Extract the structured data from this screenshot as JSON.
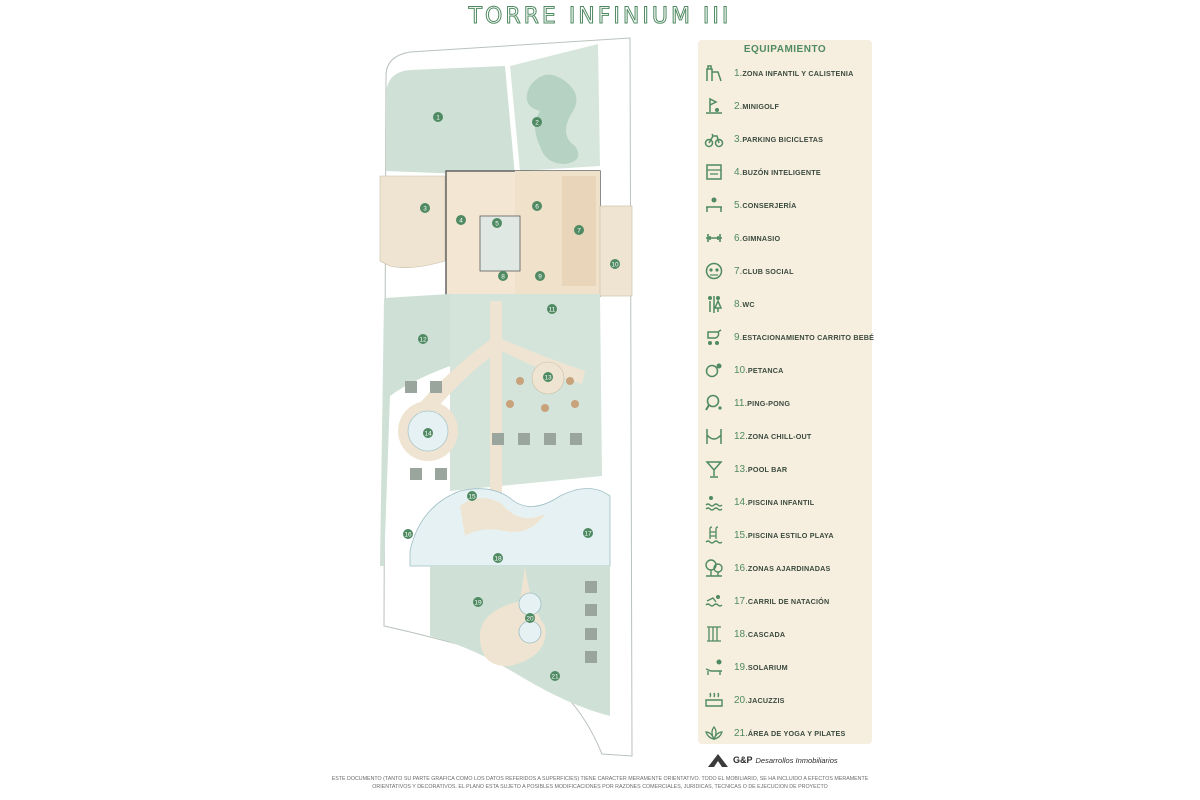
{
  "title": "TORRE INFINIUM III",
  "legend": {
    "heading": "EQUIPAMIENTO",
    "items": [
      {
        "num": "1.",
        "label": "ZONA INFANTIL Y CALISTENIA",
        "icon": "playground-icon"
      },
      {
        "num": "2.",
        "label": "MINIGOLF",
        "icon": "minigolf-icon"
      },
      {
        "num": "3.",
        "label": "PARKING BICICLETAS",
        "icon": "bicycle-icon"
      },
      {
        "num": "4.",
        "label": "BUZÓN INTELIGENTE",
        "icon": "mailbox-icon"
      },
      {
        "num": "5.",
        "label": "CONSERJERÍA",
        "icon": "concierge-icon"
      },
      {
        "num": "6.",
        "label": "GIMNASIO",
        "icon": "gym-icon"
      },
      {
        "num": "7.",
        "label": "CLUB SOCIAL",
        "icon": "social-club-icon"
      },
      {
        "num": "8.",
        "label": "WC",
        "icon": "wc-icon"
      },
      {
        "num": "9.",
        "label": "ESTACIONAMIENTO CARRITO BEBÉ",
        "icon": "stroller-icon"
      },
      {
        "num": "10.",
        "label": "PETANCA",
        "icon": "petanque-icon"
      },
      {
        "num": "11.",
        "label": "PING-PONG",
        "icon": "ping-pong-icon"
      },
      {
        "num": "12.",
        "label": "ZONA CHILL-OUT",
        "icon": "hammock-icon"
      },
      {
        "num": "13.",
        "label": "POOL BAR",
        "icon": "cocktail-icon"
      },
      {
        "num": "14.",
        "label": "PISCINA INFANTIL",
        "icon": "kids-pool-icon"
      },
      {
        "num": "15.",
        "label": "PISCINA ESTILO PLAYA",
        "icon": "pool-ladder-icon"
      },
      {
        "num": "16.",
        "label": "ZONAS AJARDINADAS",
        "icon": "trees-icon"
      },
      {
        "num": "17.",
        "label": "CARRIL DE NATACIÓN",
        "icon": "swimmer-icon"
      },
      {
        "num": "18.",
        "label": "CASCADA",
        "icon": "waterfall-icon"
      },
      {
        "num": "19.",
        "label": "SOLARIUM",
        "icon": "sunbed-icon"
      },
      {
        "num": "20.",
        "label": "JACUZZIS",
        "icon": "jacuzzi-icon"
      },
      {
        "num": "21.",
        "label": "ÁREA DE YOGA Y PILATES",
        "icon": "lotus-icon"
      }
    ]
  },
  "map_markers": [
    "1",
    "2",
    "3",
    "4",
    "5",
    "6",
    "7",
    "8",
    "9",
    "10",
    "11",
    "12",
    "13",
    "14",
    "15",
    "16",
    "17",
    "18",
    "19",
    "20",
    "21"
  ],
  "brand": {
    "name": "G&P",
    "subtitle": "Desarrollos Inmobiliarios"
  },
  "disclaimer": {
    "line1": "ESTE DOCUMENTO (TANTO SU PARTE GRAFICA COMO LOS DATOS REFERIDOS A SUPERFICIES) TIENE CARACTER MERAMENTE ORIENTATIVO. TODO EL MOBILIARIO, SE HA INCLUIDO A EFECTOS MERAMENTE",
    "line2": "ORIENTATIVOS Y DECORATIVOS. EL PLANO ESTA SUJETO A POSIBLES MODIFICACIONES POR RAZONES COMERCIALES, JURIDICAS, TECNICAS O DE EJECUCION DE PROYECTO"
  },
  "colors": {
    "accent_green": "#4f8a62",
    "garden_green": "#cfe0d6",
    "path_beige": "#efe4d1",
    "water_blue": "#e6f1f3",
    "legend_bg": "#f6eedf"
  }
}
